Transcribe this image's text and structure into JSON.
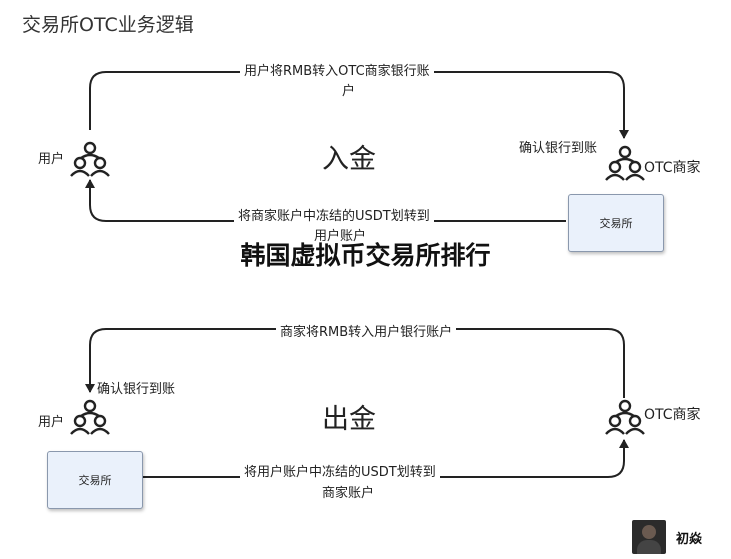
{
  "title": "交易所OTC业务逻辑",
  "overlay_title": "韩国虚拟币交易所排行",
  "deposit": {
    "big_label": "入金",
    "user_label": "用户",
    "merchant_label": "OTC商家",
    "top_arrow_line1": "用户将RMB转入OTC商家银行账",
    "top_arrow_line2": "户",
    "confirm_label": "确认银行到账",
    "bottom_arrow_line1": "将商家账户中冻结的USDT划转到",
    "bottom_arrow_line2": "用户账户",
    "exchange_box": "交易所"
  },
  "withdraw": {
    "big_label": "出金",
    "user_label": "用户",
    "merchant_label": "OTC商家",
    "top_arrow_label": "商家将RMB转入用户银行账户",
    "confirm_label": "确认银行到账",
    "bottom_arrow_line1": "将用户账户中冻结的USDT划转到",
    "bottom_arrow_line2": "商家账户",
    "exchange_box": "交易所"
  },
  "author": "初焱",
  "icons": {
    "user": "people-group-icon",
    "arrowhead": "arrowhead-icon"
  }
}
